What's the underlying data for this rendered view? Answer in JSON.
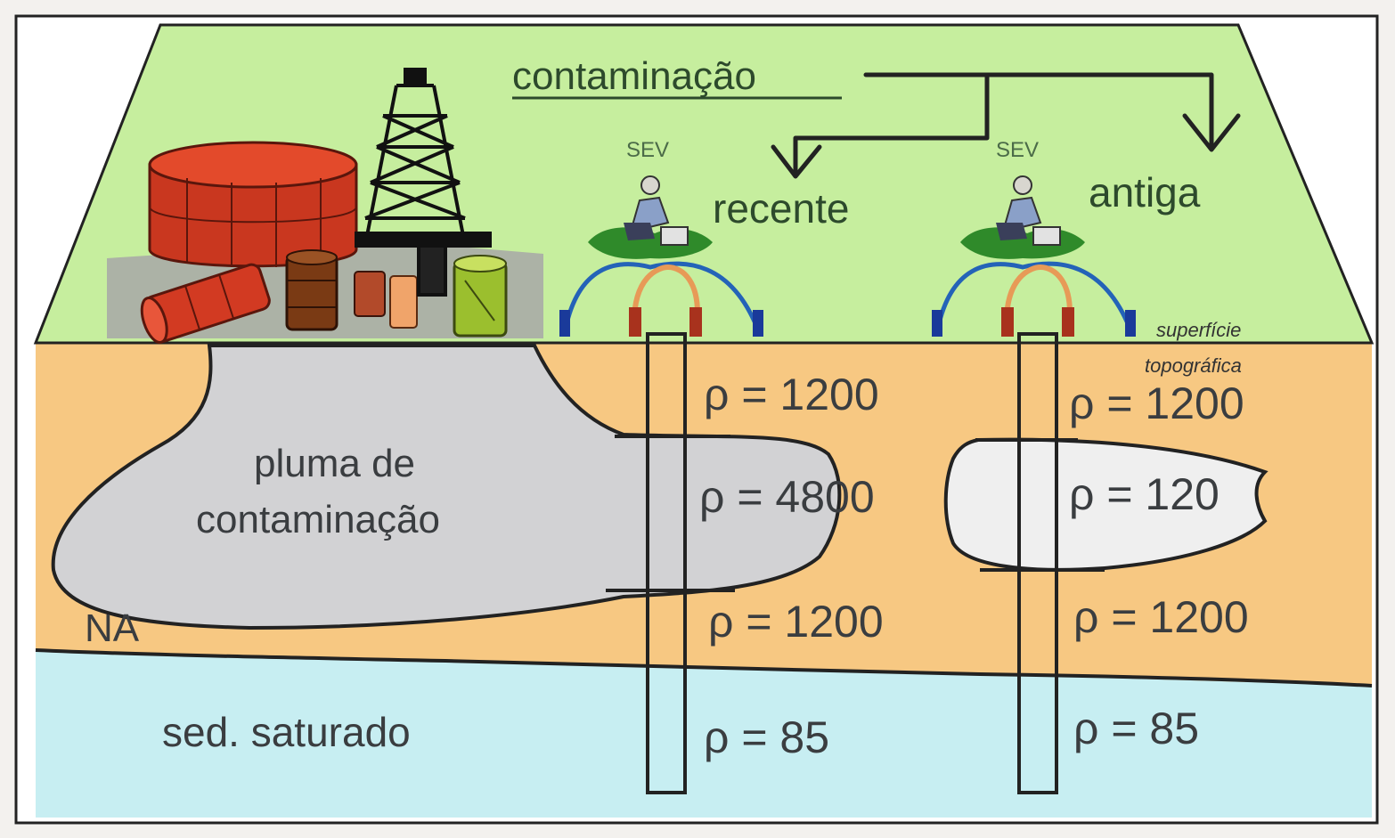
{
  "title": "contaminação",
  "branches": {
    "recent": "recente",
    "old": "antiga"
  },
  "sev_label": "SEV",
  "surface_label_1": "superfície",
  "surface_label_2": "topográfica",
  "plume_line_1": "pluma de",
  "plume_line_2": "contaminação",
  "water_table_label": "NA",
  "saturated_label": "sed. saturado",
  "resistivity": {
    "recent": [
      "ρ = 1200",
      "ρ = 4800",
      "ρ = 1200",
      "ρ = 85"
    ],
    "old": [
      "ρ = 1200",
      "ρ = 120",
      "ρ = 1200",
      "ρ = 85"
    ]
  },
  "colors": {
    "surface_green": "#c6ee9e",
    "unsaturated_orange": "#f7c882",
    "saturated_blue": "#c7eef2",
    "plume_gray": "#d2d2d4",
    "old_plume": "#efefef",
    "text_dark": "#3a3d40",
    "text_green": "#2d4a2c",
    "tank_red": "#c9371f",
    "electrode_blue": "#1a3a9a",
    "electrode_red": "#a8321d"
  }
}
